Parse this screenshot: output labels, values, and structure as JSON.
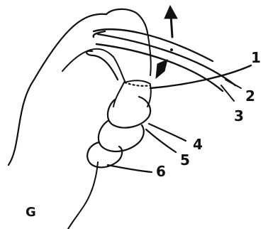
{
  "figure": {
    "panel_letter": "G",
    "labels": [
      "1",
      "2",
      "3",
      "4",
      "5",
      "6"
    ]
  },
  "colors": {
    "ink": "#111111",
    "background": "#ffffff"
  },
  "icons": {
    "direction_arrow": "up-arrow-icon",
    "pointer": "black-pointer-icon"
  }
}
